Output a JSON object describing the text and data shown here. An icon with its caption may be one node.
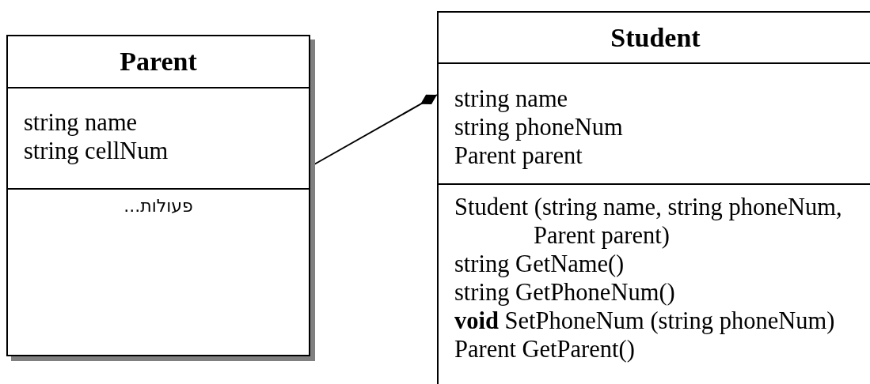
{
  "diagram": {
    "nodes": [
      {
        "text": [
          "Parent",
          "string name",
          "string cellNum",
          "פעולות..."
        ]
      },
      {
        "text": [
          "Student",
          "string name",
          "string phoneNum",
          "Parent parent",
          "Student (string name, string phoneNum, Parent parent)",
          "string GetName()",
          "string GetPhoneNum()",
          "**void** SetPhoneNum (string phoneNum)",
          "Parent GetParent()"
        ]
      }
    ],
    "edges": [
      {
        "from": 0,
        "to": 1,
        "arrow": "other"
      }
    ]
  }
}
